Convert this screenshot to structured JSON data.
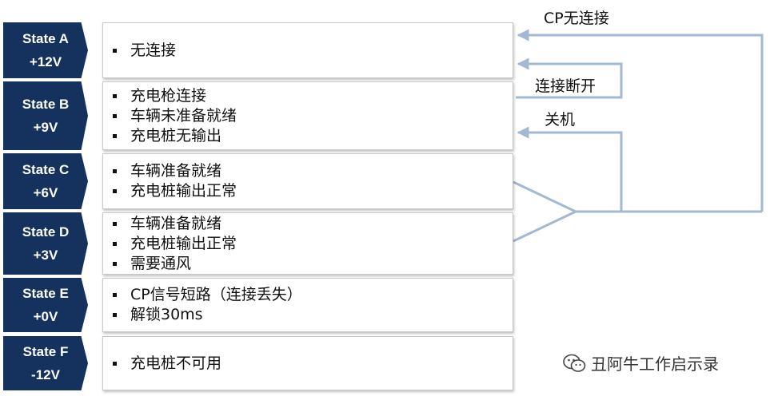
{
  "states": [
    {
      "name": "State A",
      "voltage": "+12V",
      "items": [
        "无连接"
      ]
    },
    {
      "name": "State B",
      "voltage": "+9V",
      "items": [
        "充电枪连接",
        "车辆未准备就绪",
        "充电桩无输出"
      ]
    },
    {
      "name": "State C",
      "voltage": "+6V",
      "items": [
        "车辆准备就绪",
        "充电桩输出正常"
      ]
    },
    {
      "name": "State D",
      "voltage": "+3V",
      "items": [
        "车辆准备就绪",
        "充电桩输出正常",
        "需要通风"
      ]
    },
    {
      "name": "State E",
      "voltage": "+0V",
      "items": [
        "CP信号短路（连接丢失）",
        "解锁30ms"
      ]
    },
    {
      "name": "State F",
      "voltage": "-12V",
      "items": [
        "充电桩不可用"
      ]
    }
  ],
  "transitions": {
    "cp_disconnect": "CP无连接",
    "disconnect": "连接断开",
    "shutdown": "关机"
  },
  "watermark": {
    "text": "丑阿牛工作启示录"
  },
  "colors": {
    "label_bg": "#15325f",
    "arrow": "#a2b8d3"
  }
}
